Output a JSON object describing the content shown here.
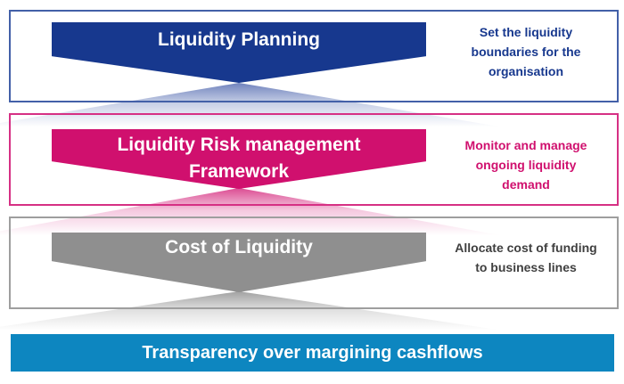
{
  "diagram": {
    "sections": [
      {
        "title": "Liquidity Planning",
        "description": "Set the liquidity\nboundaries  for the\norganisation",
        "banner_color": "#17388E",
        "border_color": "#4360A8",
        "text_color": "#17388E"
      },
      {
        "title": "Liquidity Risk management\nFramework",
        "description": "Monitor and manage\nongoing liquidity\ndemand",
        "banner_color": "#D0106E",
        "border_color": "#D63084",
        "text_color": "#D0106E"
      },
      {
        "title": "Cost of Liquidity",
        "description": "Allocate cost of funding\nto business lines",
        "banner_color": "#8F8F8F",
        "border_color": "#9E9E9E",
        "text_color": "#3F3F3F"
      }
    ],
    "footer": {
      "label": "Transparency over margining cashflows",
      "color": "#0D86C0"
    }
  }
}
